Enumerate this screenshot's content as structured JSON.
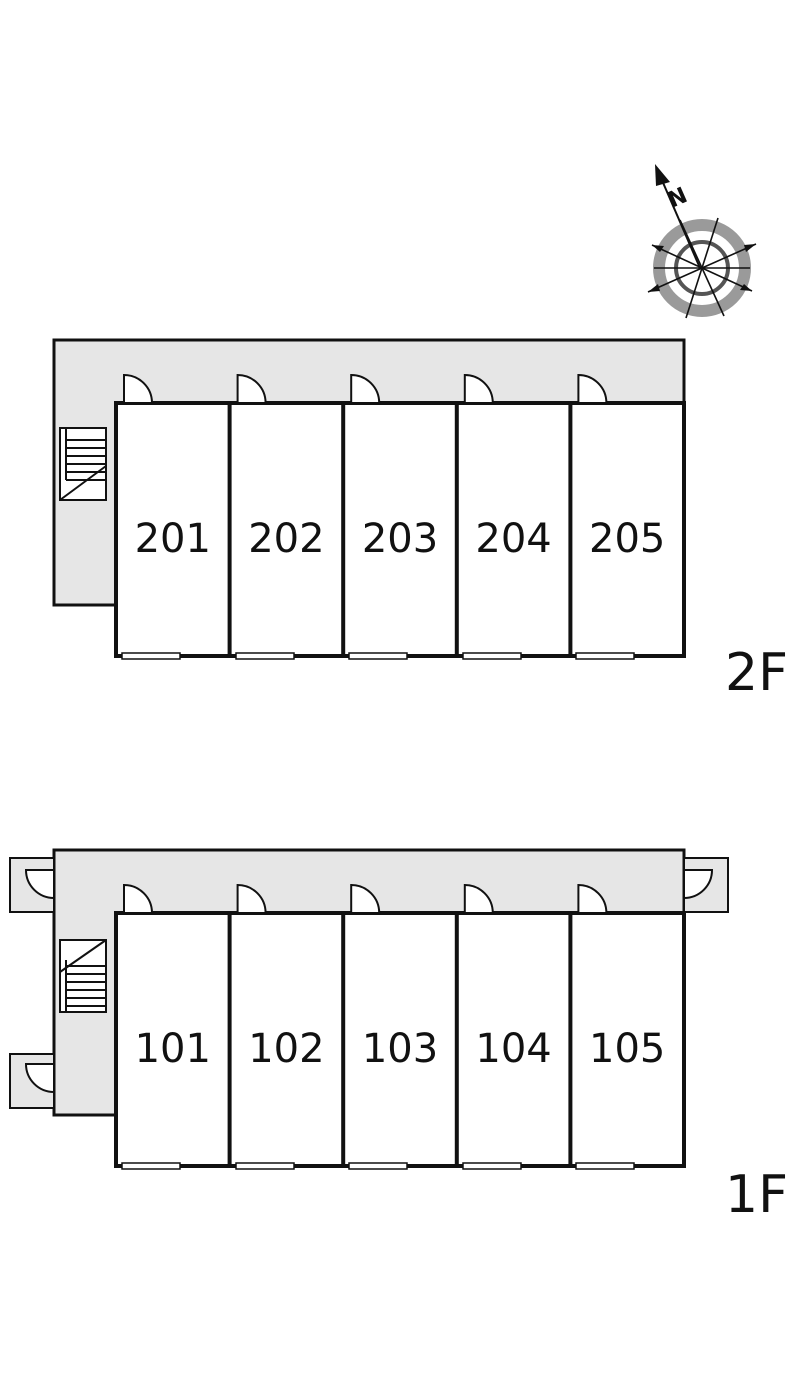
{
  "compass": {
    "north_label": "N",
    "icon": "compass-rose-icon"
  },
  "floors": [
    {
      "label": "2F",
      "rooms": [
        "201",
        "202",
        "203",
        "204",
        "205"
      ],
      "exterior_doors": 0
    },
    {
      "label": "1F",
      "rooms": [
        "101",
        "102",
        "103",
        "104",
        "105"
      ],
      "exterior_doors": 3
    }
  ],
  "colors": {
    "corridor": "#e6e6e6",
    "wall": "#111111",
    "room_fill": "#ffffff",
    "compass_ring": "#9a9a9a"
  }
}
